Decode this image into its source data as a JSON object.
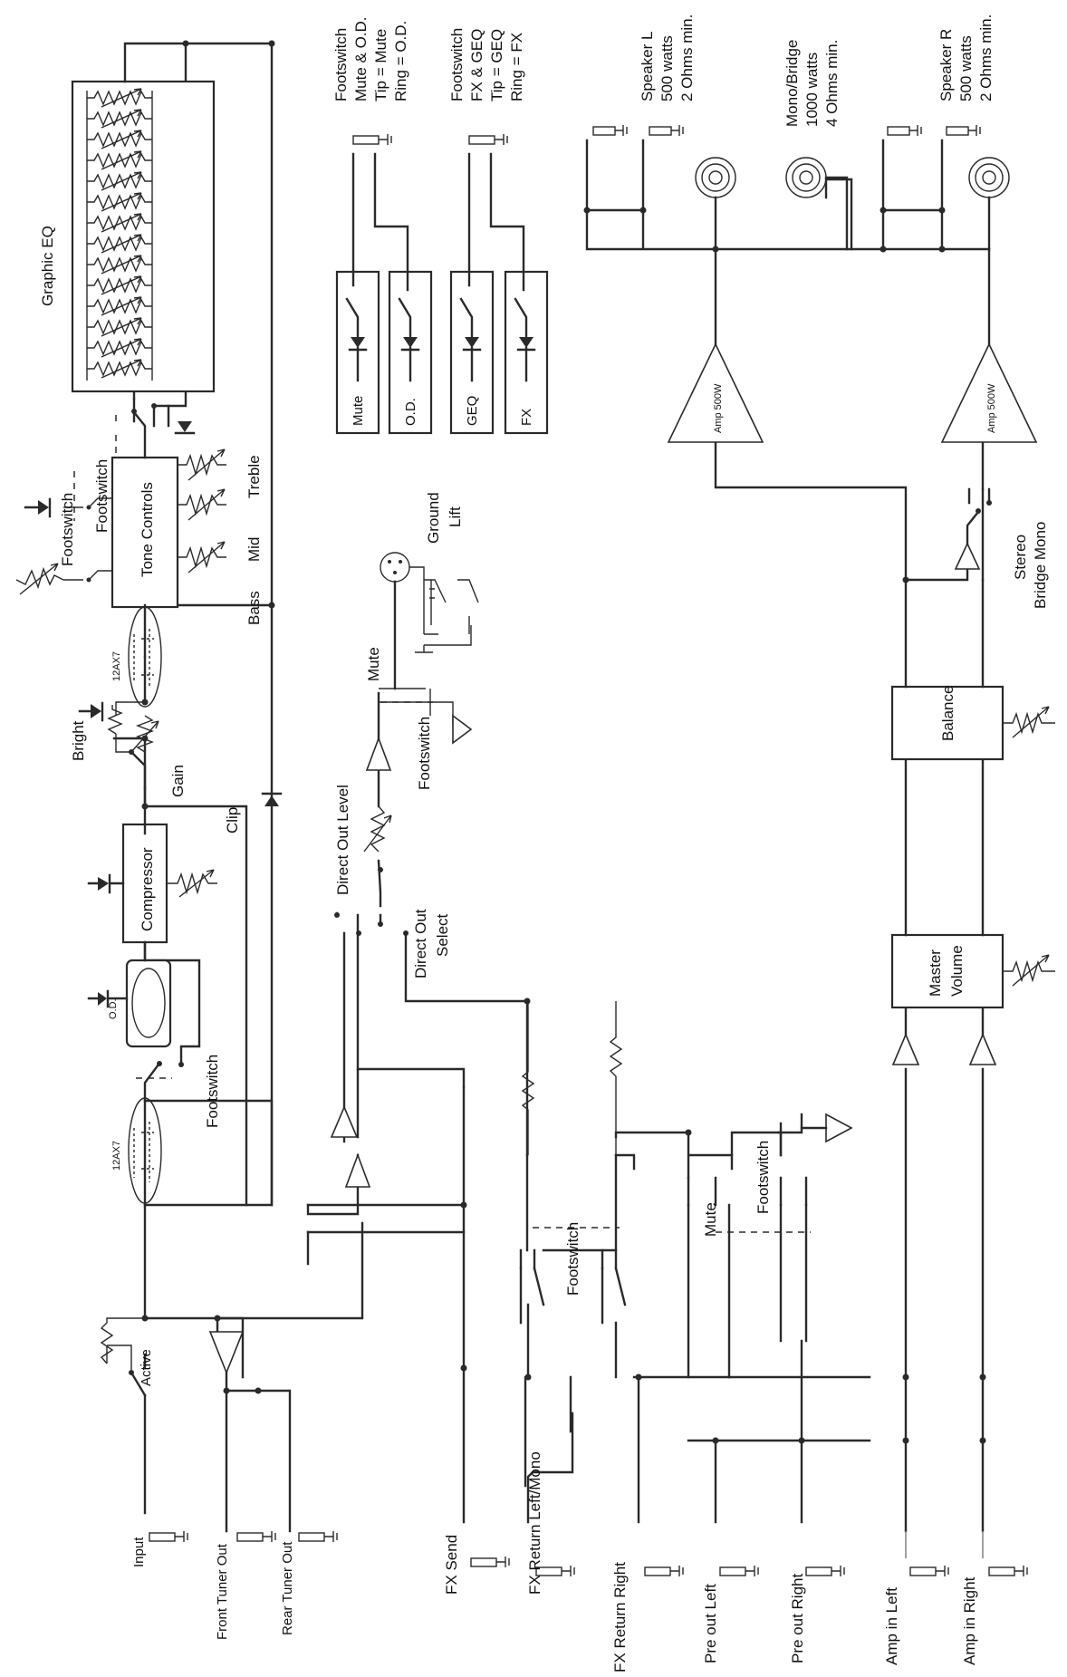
{
  "labels": {
    "graphic_eq": "Graphic EQ",
    "footswitch": "Footswitch",
    "tone_controls": "Tone Controls",
    "treble": "Treble",
    "mid": "Mid",
    "bass": "Bass",
    "tube": "12AX7",
    "bright": "Bright",
    "gain": "Gain",
    "clip": "Clip",
    "compressor": "Compressor",
    "od": "O.D.",
    "active": "Active",
    "input": "Input",
    "front_tuner_out": "Front Tuner Out",
    "rear_tuner_out": "Rear Tuner Out",
    "direct_out_level": "Direct Out Level",
    "direct_out": "Direct Out",
    "select": "Select",
    "mute": "Mute",
    "ground": "Ground",
    "lift": "Lift",
    "fx_send": "FX Send",
    "fx_return_left_mono": "FX Return Left/Mono",
    "fx_return_right": "FX Return Right",
    "pre_out_left": "Pre out Left",
    "pre_out_right": "Pre out Right",
    "amp_in_left": "Amp in Left",
    "amp_in_right": "Amp in Right",
    "balance": "Balance",
    "master": "Master",
    "volume": "Volume",
    "amp_500w": "Amp 500W",
    "stereo": "Stereo",
    "bridge_mono": "Bridge Mono",
    "fs_mute_od": [
      "Footswitch",
      "Mute & O.D.",
      "Tip = Mute",
      "Ring = O.D."
    ],
    "fs_fx_geq": [
      "Footswitch",
      "FX & GEQ",
      "Tip = GEQ",
      "Ring = FX"
    ],
    "speaker_l": [
      "Speaker L",
      "500 watts",
      "2 Ohms min."
    ],
    "mono_bridge": [
      "Mono/Bridge",
      "1000 watts",
      "4 Ohms min."
    ],
    "speaker_r": [
      "Speaker R",
      "500 watts",
      "2 Ohms min."
    ],
    "indicator_mute": "Mute",
    "indicator_od": "O.D.",
    "indicator_geq": "GEQ",
    "indicator_fx": "FX"
  }
}
